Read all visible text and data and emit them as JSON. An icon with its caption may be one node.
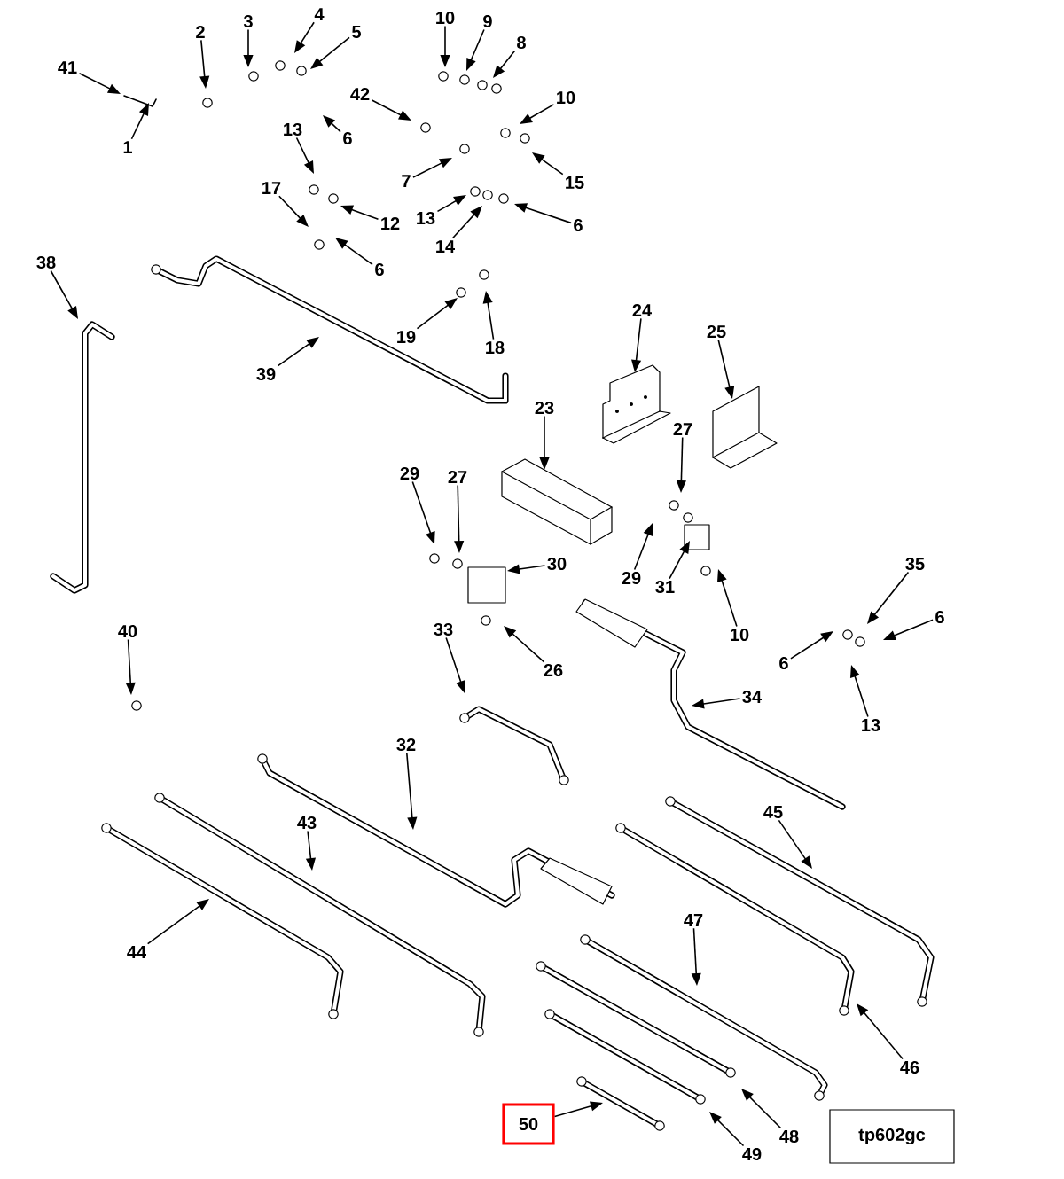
{
  "diagram": {
    "nodes": [
      {
        "text": [
          "41"
        ]
      },
      {
        "text": [
          "1"
        ]
      },
      {
        "text": [
          "2"
        ]
      },
      {
        "text": [
          "3"
        ]
      },
      {
        "text": [
          "4"
        ]
      },
      {
        "text": [
          "5"
        ]
      },
      {
        "text": [
          "6"
        ]
      },
      {
        "text": [
          "42"
        ]
      },
      {
        "text": [
          "10"
        ]
      },
      {
        "text": [
          "9"
        ]
      },
      {
        "text": [
          "8"
        ]
      },
      {
        "text": [
          "10"
        ]
      },
      {
        "text": [
          "15"
        ]
      },
      {
        "text": [
          "7"
        ]
      },
      {
        "text": [
          "13"
        ]
      },
      {
        "text": [
          "17"
        ]
      },
      {
        "text": [
          "12"
        ]
      },
      {
        "text": [
          "6"
        ]
      },
      {
        "text": [
          "13"
        ]
      },
      {
        "text": [
          "14"
        ]
      },
      {
        "text": [
          "6"
        ]
      },
      {
        "text": [
          "19"
        ]
      },
      {
        "text": [
          "18"
        ]
      },
      {
        "text": [
          "38"
        ]
      },
      {
        "text": [
          "39"
        ]
      },
      {
        "text": [
          "24"
        ]
      },
      {
        "text": [
          "25"
        ]
      },
      {
        "text": [
          "23"
        ]
      },
      {
        "text": [
          "27"
        ]
      },
      {
        "text": [
          "29"
        ]
      },
      {
        "text": [
          "27"
        ]
      },
      {
        "text": [
          "30"
        ]
      },
      {
        "text": [
          "29"
        ]
      },
      {
        "text": [
          "31"
        ]
      },
      {
        "text": [
          "10"
        ]
      },
      {
        "text": [
          "35"
        ]
      },
      {
        "text": [
          "6"
        ]
      },
      {
        "text": [
          "6"
        ]
      },
      {
        "text": [
          "13"
        ]
      },
      {
        "text": [
          "26"
        ]
      },
      {
        "text": [
          "33"
        ]
      },
      {
        "text": [
          "34"
        ]
      },
      {
        "text": [
          "40"
        ]
      },
      {
        "text": [
          "32"
        ]
      },
      {
        "text": [
          "43"
        ]
      },
      {
        "text": [
          "45"
        ]
      },
      {
        "text": [
          "44"
        ]
      },
      {
        "text": [
          "47"
        ]
      },
      {
        "text": [
          "46"
        ]
      },
      {
        "text": [
          "48"
        ]
      },
      {
        "text": [
          "49"
        ]
      },
      {
        "text": [
          "50"
        ]
      },
      {
        "text": [
          "tp602gc"
        ]
      }
    ],
    "edges": [
      {
        "from": 0,
        "to": null,
        "arrow": "to"
      },
      {
        "from": 1,
        "to": null,
        "arrow": "to"
      },
      {
        "from": 2,
        "to": null,
        "arrow": "to"
      },
      {
        "from": 3,
        "to": null,
        "arrow": "to"
      },
      {
        "from": 4,
        "to": null,
        "arrow": "to"
      },
      {
        "from": 5,
        "to": null,
        "arrow": "to"
      },
      {
        "from": 6,
        "to": null,
        "arrow": "to"
      },
      {
        "from": 7,
        "to": null,
        "arrow": "to"
      },
      {
        "from": 8,
        "to": null,
        "arrow": "to"
      },
      {
        "from": 9,
        "to": null,
        "arrow": "to"
      },
      {
        "from": 10,
        "to": null,
        "arrow": "to"
      },
      {
        "from": 11,
        "to": null,
        "arrow": "to"
      },
      {
        "from": 12,
        "to": null,
        "arrow": "to"
      },
      {
        "from": 13,
        "to": null,
        "arrow": "to"
      },
      {
        "from": 14,
        "to": null,
        "arrow": "to"
      },
      {
        "from": 15,
        "to": null,
        "arrow": "to"
      },
      {
        "from": 16,
        "to": null,
        "arrow": "to"
      },
      {
        "from": 17,
        "to": null,
        "arrow": "to"
      },
      {
        "from": 18,
        "to": null,
        "arrow": "to"
      },
      {
        "from": 19,
        "to": null,
        "arrow": "to"
      },
      {
        "from": 20,
        "to": null,
        "arrow": "to"
      },
      {
        "from": 21,
        "to": null,
        "arrow": "to"
      },
      {
        "from": 22,
        "to": null,
        "arrow": "to"
      },
      {
        "from": 23,
        "to": null,
        "arrow": "to"
      },
      {
        "from": 24,
        "to": null,
        "arrow": "to"
      },
      {
        "from": 25,
        "to": null,
        "arrow": "to"
      },
      {
        "from": 26,
        "to": null,
        "arrow": "to"
      },
      {
        "from": 27,
        "to": null,
        "arrow": "to"
      },
      {
        "from": 28,
        "to": null,
        "arrow": "to"
      },
      {
        "from": 29,
        "to": null,
        "arrow": "to"
      },
      {
        "from": 30,
        "to": null,
        "arrow": "to"
      },
      {
        "from": 31,
        "to": null,
        "arrow": "to"
      },
      {
        "from": 32,
        "to": null,
        "arrow": "to"
      },
      {
        "from": 33,
        "to": null,
        "arrow": "to"
      },
      {
        "from": 34,
        "to": null,
        "arrow": "to"
      },
      {
        "from": 35,
        "to": null,
        "arrow": "to"
      },
      {
        "from": 36,
        "to": null,
        "arrow": "to"
      },
      {
        "from": 37,
        "to": null,
        "arrow": "to"
      },
      {
        "from": 38,
        "to": null,
        "arrow": "to"
      },
      {
        "from": 39,
        "to": null,
        "arrow": "to"
      },
      {
        "from": 40,
        "to": null,
        "arrow": "to"
      },
      {
        "from": 41,
        "to": null,
        "arrow": "to"
      },
      {
        "from": 42,
        "to": null,
        "arrow": "to"
      },
      {
        "from": 43,
        "to": null,
        "arrow": "to"
      },
      {
        "from": 44,
        "to": null,
        "arrow": "to"
      },
      {
        "from": 45,
        "to": null,
        "arrow": "to"
      },
      {
        "from": 46,
        "to": null,
        "arrow": "to"
      },
      {
        "from": 47,
        "to": null,
        "arrow": "to"
      },
      {
        "from": 48,
        "to": null,
        "arrow": "to"
      },
      {
        "from": 49,
        "to": null,
        "arrow": "to"
      },
      {
        "from": 50,
        "to": null,
        "arrow": "to"
      },
      {
        "from": 51,
        "to": null,
        "arrow": "to"
      }
    ]
  }
}
